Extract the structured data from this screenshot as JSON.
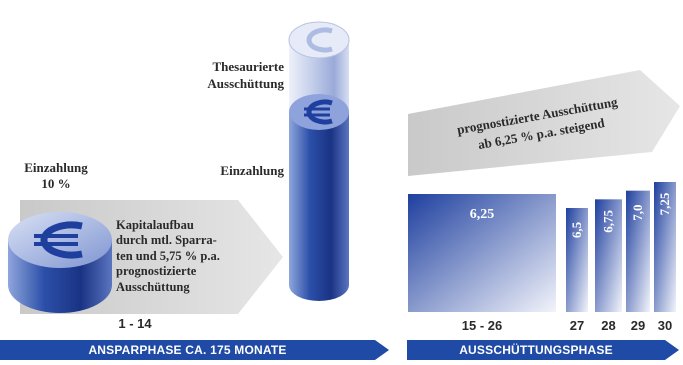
{
  "labels": {
    "einzahlung_left": "Einzahlung",
    "einzahlung_left_pct": "10 %",
    "thesaurierte": "Thesaurierte",
    "ausschuettung": "Ausschüttung",
    "einzahlung_mid": "Einzahlung",
    "kapital_lines": [
      "Kapitalaufbau",
      "durch mtl. Sparra-",
      "ten und 5,75 % p.a.",
      "prognostizierte",
      "Ausschüttung"
    ],
    "prog_line1": "prognostizierte Ausschüttung",
    "prog_line2": "ab 6,25 % p.a. steigend",
    "period_left": "1 - 14"
  },
  "banners": {
    "left": "ANSPARPHASE CA. 175 MONATE",
    "right": "AUSSCHÜTTUNGSPHASE"
  },
  "colors": {
    "bar_dark": "#1e3f9e",
    "bar_light": "#f2f4fb",
    "arrow_gray": "#dcdcdc",
    "banner_blue": "#1f4aa5",
    "text": "#2a2a2a"
  },
  "chart_data": {
    "type": "bar",
    "title": "",
    "xlabel": "",
    "ylabel": "",
    "categories": [
      "15 - 26",
      "27",
      "28",
      "29",
      "30"
    ],
    "values": [
      6.25,
      6.5,
      6.75,
      7.0,
      7.25
    ],
    "value_labels": [
      "6,25",
      "6,5",
      "6,75",
      "7,0",
      "7,25"
    ],
    "ylim": [
      0,
      7.25
    ],
    "grid": false,
    "legend": "none"
  }
}
